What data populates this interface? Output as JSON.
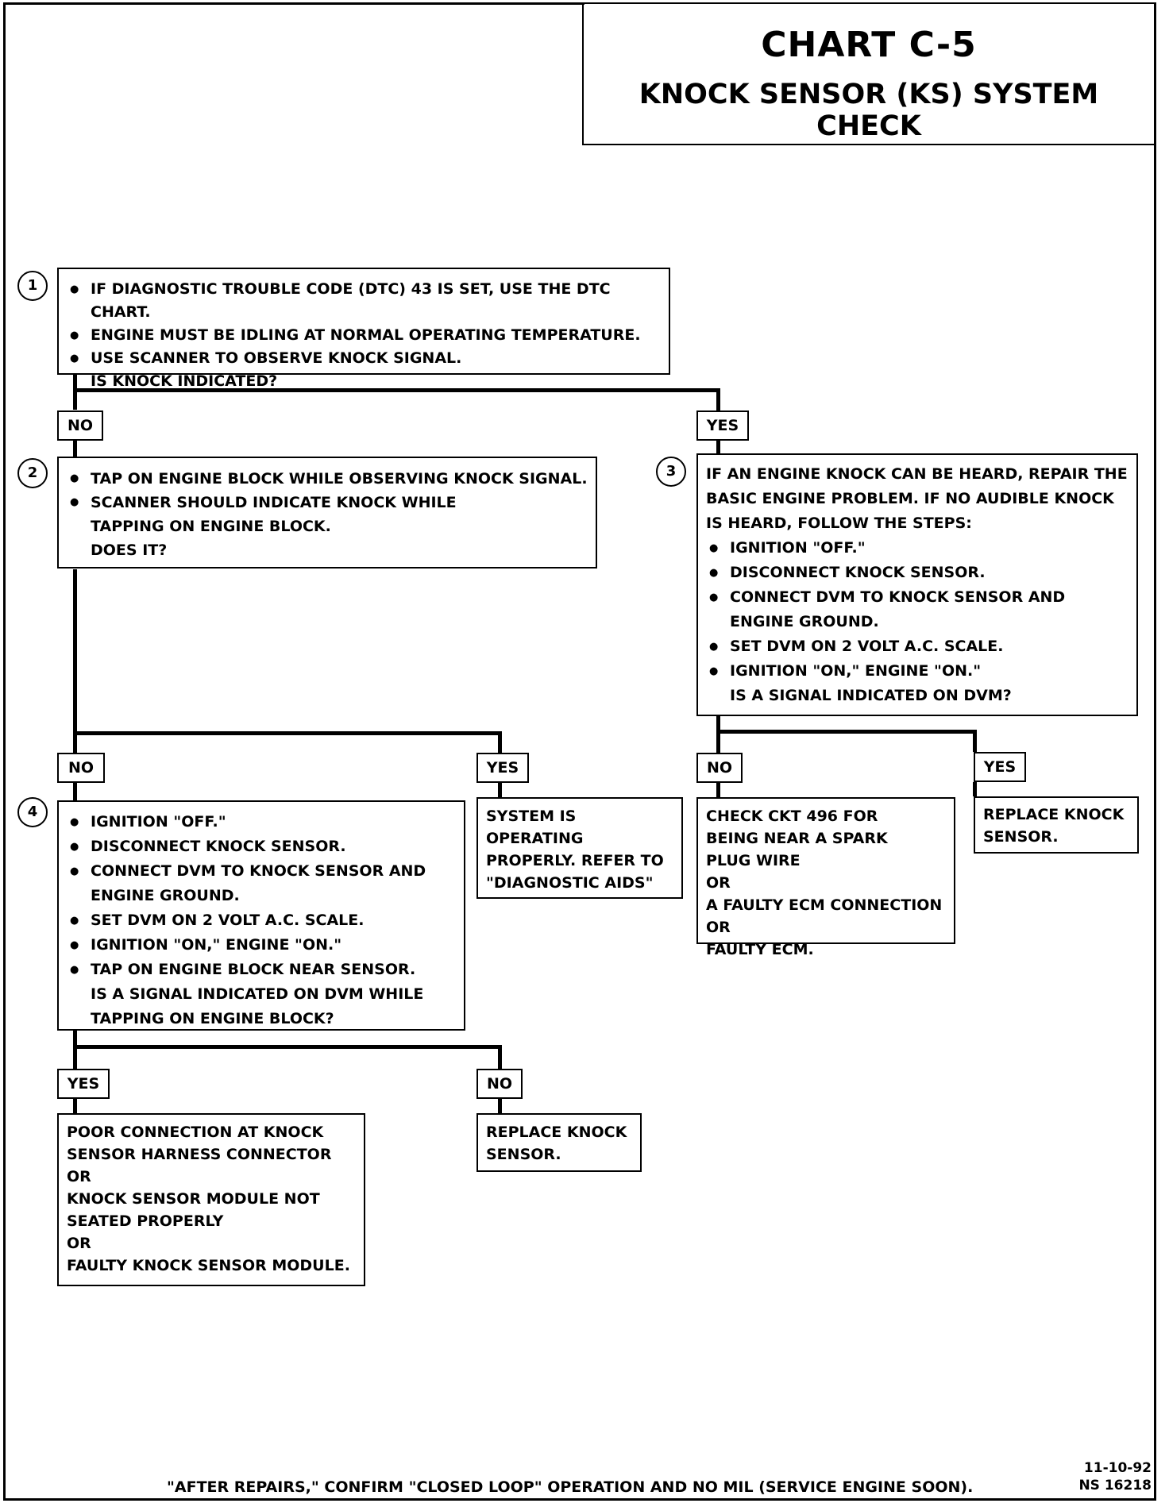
{
  "chart": {
    "title": "CHART C-5",
    "subtitle": "KNOCK SENSOR (KS) SYSTEM CHECK"
  },
  "steps": [
    "1",
    "2",
    "3",
    "4"
  ],
  "box1": {
    "bullets": [
      "IF DIAGNOSTIC TROUBLE CODE (DTC) 43 IS SET, USE THE DTC CHART.",
      "ENGINE MUST BE IDLING AT NORMAL OPERATING TEMPERATURE.",
      "USE SCANNER  TO OBSERVE KNOCK SIGNAL."
    ],
    "question": "IS KNOCK INDICATED?"
  },
  "box2": {
    "bullets": [
      "TAP ON ENGINE BLOCK WHILE OBSERVING KNOCK SIGNAL.",
      "SCANNER  SHOULD INDICATE KNOCK WHILE TAPPING ON ENGINE BLOCK."
    ],
    "question": "DOES IT?"
  },
  "box3": {
    "intro": "IF AN ENGINE KNOCK CAN BE HEARD, REPAIR THE BASIC ENGINE PROBLEM.  IF NO AUDIBLE KNOCK IS HEARD, FOLLOW THE STEPS:",
    "bullets": [
      "IGNITION \"OFF.\"",
      "DISCONNECT KNOCK SENSOR.",
      "CONNECT DVM TO KNOCK SENSOR AND ENGINE GROUND.",
      "SET DVM ON 2 VOLT A.C. SCALE.",
      "IGNITION \"ON,\" ENGINE \"ON.\""
    ],
    "question": "IS A SIGNAL INDICATED ON DVM?"
  },
  "box4": {
    "bullets": [
      "IGNITION \"OFF.\"",
      "DISCONNECT KNOCK SENSOR.",
      "CONNECT DVM TO KNOCK SENSOR AND ENGINE GROUND.",
      "SET DVM ON 2 VOLT A.C. SCALE.",
      "IGNITION \"ON,\" ENGINE \"ON.\"",
      "TAP ON ENGINE BLOCK NEAR SENSOR."
    ],
    "question": "IS A SIGNAL INDICATED ON DVM WHILE TAPPING ON ENGINE BLOCK?"
  },
  "labels": {
    "no": "NO",
    "yes": "YES"
  },
  "results": {
    "system_ok": "SYSTEM IS OPERATING PROPERLY.  REFER TO \"DIAGNOSTIC AIDS\"",
    "check_ckt": [
      "CHECK CKT 496 FOR BEING NEAR A SPARK PLUG WIRE",
      "OR",
      "A FAULTY ECM CONNECTION",
      "OR",
      "FAULTY ECM."
    ],
    "replace_ks_1": "REPLACE KNOCK SENSOR.",
    "poor_connection": [
      "POOR CONNECTION AT KNOCK SENSOR HARNESS CONNECTOR",
      "OR",
      "KNOCK SENSOR MODULE NOT SEATED PROPERLY",
      "OR",
      "FAULTY KNOCK SENSOR MODULE."
    ],
    "replace_ks_2": "REPLACE KNOCK SENSOR."
  },
  "footer": {
    "note": "\"AFTER REPAIRS,\" CONFIRM \"CLOSED LOOP\" OPERATION AND NO MIL (SERVICE ENGINE SOON).",
    "date": "11-10-92",
    "code": "NS 16218"
  }
}
